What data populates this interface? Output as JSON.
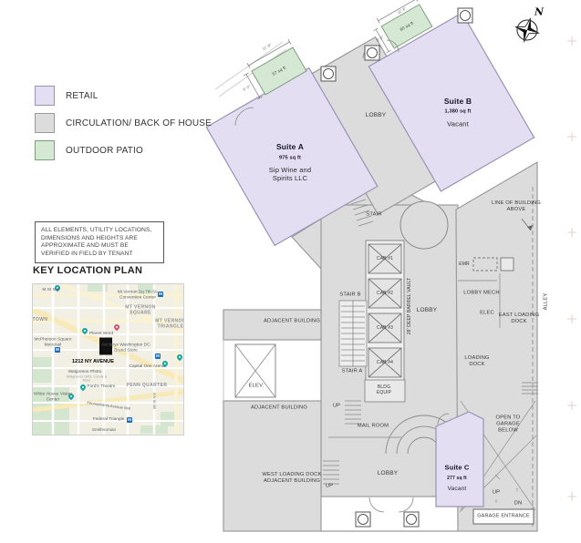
{
  "legend": {
    "items": [
      {
        "label": "RETAIL",
        "color": "#e3def2"
      },
      {
        "label": "CIRCULATION/ BACK OF HOUSE",
        "color": "#dcdcdc"
      },
      {
        "label": "OUTDOOR PATIO",
        "color": "#d5e8d4"
      }
    ]
  },
  "disclaimer": "ALL ELEMENTS, UTILITY LOCATIONS, DIMENSIONS AND HEIGHTS ARE APPROXIMATE AND MUST BE VERIFIED IN FIELD BY TENANT",
  "key_plan": {
    "title": "KEY LOCATION PLAN",
    "address": "1212 NY AVENUE",
    "metro_m": "M",
    "districts": {
      "town": "TOWN",
      "mt_vernon_square": "MT VERNON SQUARE",
      "mt_vernon_triangle": "MT VERNON TRIANGLE",
      "penn_quarter": "PENN QUARTER"
    },
    "places": {
      "m_st": "M St NW",
      "mt_vernon_station": "Mt Vernon Sq 7th St-Convention Center",
      "planet_word": "Planet Word",
      "mcpherson": "McPherson Square Metrorail",
      "arcteryx": "Arc'teryx Washington DC Brand Store",
      "capital_one": "Capital One Arena",
      "walgreens": "Walgreens Photo",
      "walgreens_sub": "Walgreens Gifts, Candy & More",
      "fords": "Ford's Theatre",
      "white_house": "White House Visitor Center",
      "penn_ave": "Pennsylvania Avenue NW",
      "federal_triangle": "Federal Triangle",
      "smithsonian": "Smithsonian",
      "ninth_st": "9th St NW"
    }
  },
  "plan": {
    "north": "N",
    "suite_a": {
      "name": "Suite A",
      "area": "975 sq ft",
      "tenant": "Sip Wine and Spirits LLC"
    },
    "suite_b": {
      "name": "Suite B",
      "area": "1,380 sq ft",
      "tenant": "Vacant"
    },
    "suite_c": {
      "name": "Suite C",
      "area": "277 sq ft",
      "tenant": "Vacant"
    },
    "patio_a": {
      "area": "57 sq ft",
      "dim_w": "11'-0\"",
      "dim_d": "5'-2\""
    },
    "patio_b": {
      "area": "60 sq ft",
      "dim_w": "11'-6\"",
      "dim_d": "5'-2\""
    },
    "icons": {
      "up_arrow": "↑",
      "down_arrow": "↓"
    },
    "rooms": {
      "lobby_upper": "LOBBY",
      "stair": "STAIR",
      "stair_a": "STAIR A",
      "stair_b": "STAIR B",
      "cab1": "CAB #1",
      "cab2": "CAB #2",
      "cab3": "CAB #3",
      "cab4": "CAB #4",
      "barrel_vault": "28' DEEP BARREL VAULT",
      "lobby_core": "LOBBY",
      "emr": "EMR",
      "lobby_mech": "LOBBY MECH",
      "elec": "ELEC",
      "east_loading_dock": "EAST LOADING DOCK",
      "loading_dock": "LOADING DOCK",
      "alley": "ALLEY",
      "line_of_building": "LINE OF BUILDING ABOVE",
      "adjacent_building": "ADJACENT BUILDING",
      "elev": "ELEV.",
      "west_loading_dock": "WEST LOADING DOCK ADJACENT BUILDING",
      "mail_room": "MAIL ROOM",
      "lobby_bottom": "LOBBY",
      "bldg_equip": "BLDG EQUIP",
      "open_to_garage": "OPEN TO GARAGE BELOW",
      "garage_entrance": "GARAGE ENTRANCE",
      "up": "UP",
      "dn": "DN"
    }
  }
}
